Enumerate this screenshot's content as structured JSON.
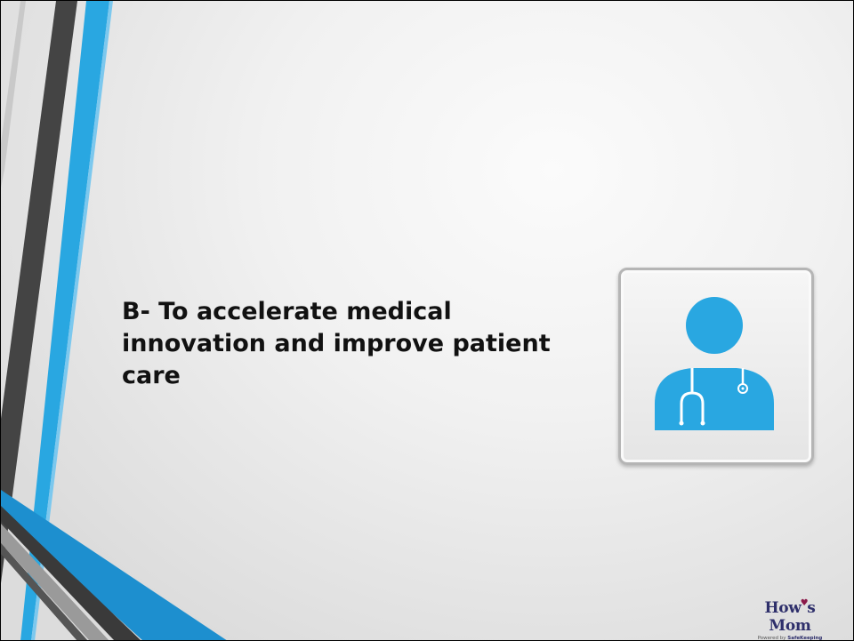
{
  "slide": {
    "title": "B-  To accelerate medical innovation and improve patient care"
  },
  "icon": {
    "name": "doctor-stethoscope-icon",
    "color": "#29a7e1"
  },
  "logo": {
    "brand_part1": "How",
    "heart_symbol": "♥",
    "brand_part2": "s Mom",
    "powered_prefix": "Powered by ",
    "powered_brand": "SafeKeeping",
    "brand_color": "#2e2f6b",
    "heart_color": "#8b1a4a"
  },
  "theme": {
    "accent_blue": "#29a7e1",
    "dark_gray": "#3c3c3c"
  }
}
